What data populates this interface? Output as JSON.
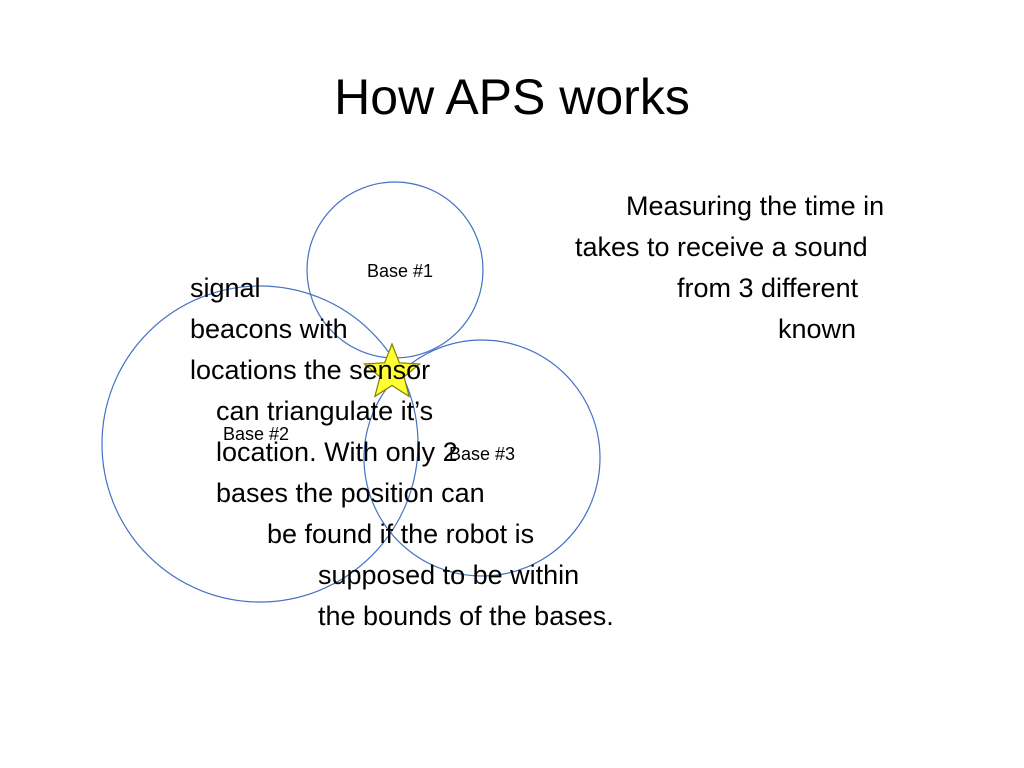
{
  "slide": {
    "title": "How APS works"
  },
  "diagram": {
    "circle_stroke": "#4472c4",
    "star_fill": "#ffff33",
    "star_stroke": "#7f7f00",
    "bases": [
      {
        "label": "Base #1"
      },
      {
        "label": "Base #2"
      },
      {
        "label": "Base #3"
      }
    ]
  },
  "body": {
    "lines": [
      "Measuring the time in",
      "takes to receive a sound",
      "signal",
      "from 3 different",
      "beacons with",
      "known",
      "locations the sensor",
      "can triangulate it’s",
      "location.  With only 2",
      "bases the position can",
      "be found if the robot is",
      "supposed to be within",
      "the bounds of the bases."
    ]
  }
}
